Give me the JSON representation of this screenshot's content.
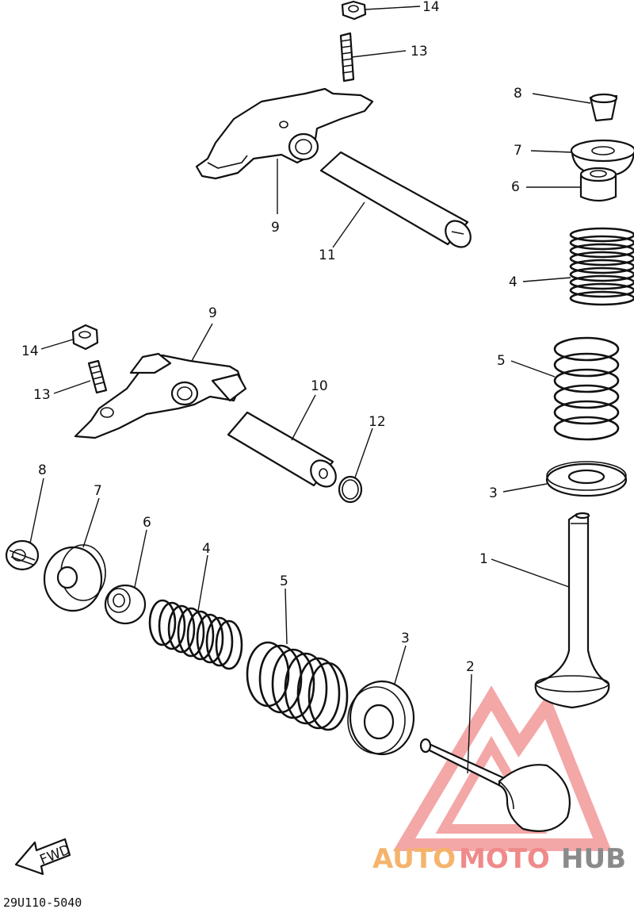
{
  "callouts": {
    "top_nut": "14",
    "top_stud": "13",
    "top_rocker_arm": "9",
    "top_shaft": "11",
    "top_cotter": "8",
    "top_retainer": "7",
    "top_seal": "6",
    "top_inner_spring": "4",
    "top_outer_spring": "5",
    "top_spring_seat": "3",
    "valve_intake": "1",
    "mid_rocker_arm": "9",
    "mid_nut": "14",
    "mid_stud": "13",
    "mid_shaft": "10",
    "mid_oring": "12",
    "bot_cotter": "8",
    "bot_retainer": "7",
    "bot_seal": "6",
    "bot_inner_spring": "4",
    "bot_outer_spring": "5",
    "bot_spring_seat": "3",
    "valve_exhaust": "2"
  },
  "fwd_arrow": "FWD",
  "diagram_code": "29U110-5040",
  "watermark": {
    "auto": "AUTO",
    "moto": "MOTO",
    "hub": "HUB",
    "triangle_color": "#f08a8a",
    "auto_color": "#f5b36b",
    "hub_color": "#8a8a8a"
  }
}
